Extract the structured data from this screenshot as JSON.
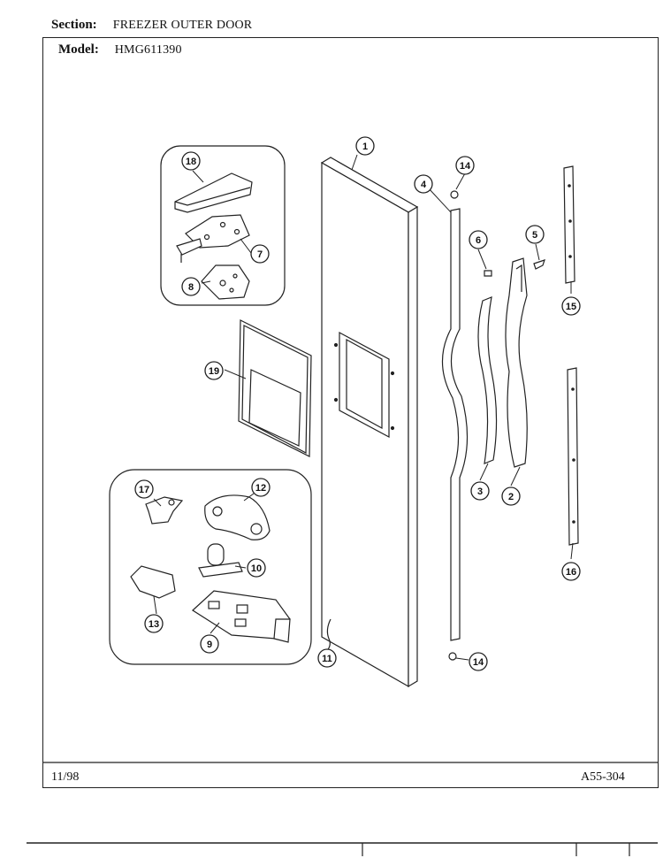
{
  "header": {
    "section_label": "Section:",
    "section_value": "FREEZER OUTER DOOR",
    "model_label": "Model:",
    "model_value": "HMG611390"
  },
  "footer": {
    "date": "11/98",
    "figure_code": "A55-304"
  },
  "callouts": [
    {
      "id": "callout-1",
      "number": "1"
    },
    {
      "id": "callout-2",
      "number": "2"
    },
    {
      "id": "callout-3",
      "number": "3"
    },
    {
      "id": "callout-4",
      "number": "4"
    },
    {
      "id": "callout-5",
      "number": "5"
    },
    {
      "id": "callout-6",
      "number": "6"
    },
    {
      "id": "callout-7",
      "number": "7"
    },
    {
      "id": "callout-8",
      "number": "8"
    },
    {
      "id": "callout-9",
      "number": "9"
    },
    {
      "id": "callout-10",
      "number": "10"
    },
    {
      "id": "callout-11",
      "number": "11"
    },
    {
      "id": "callout-12",
      "number": "12"
    },
    {
      "id": "callout-13",
      "number": "13"
    },
    {
      "id": "callout-14-top",
      "number": "14"
    },
    {
      "id": "callout-14-bottom",
      "number": "14"
    },
    {
      "id": "callout-15",
      "number": "15"
    },
    {
      "id": "callout-16",
      "number": "16"
    },
    {
      "id": "callout-17",
      "number": "17"
    },
    {
      "id": "callout-18",
      "number": "18"
    },
    {
      "id": "callout-19",
      "number": "19"
    }
  ]
}
